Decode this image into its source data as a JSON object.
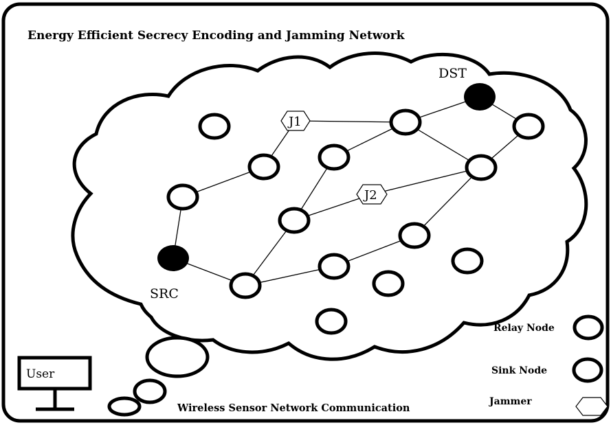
{
  "title": "Energy Efficient Secrecy Encoding and Jamming Network",
  "caption": "Wireless Sensor Network Communication",
  "user_label": "User",
  "src_label": "SRC",
  "dst_label": "DST",
  "jammers": [
    {
      "id": "J1",
      "label": "J1"
    },
    {
      "id": "J2",
      "label": "J2"
    }
  ],
  "legend": {
    "relay_node": "Relay Node",
    "sink_node": "Sink Node",
    "jammer": "Jammer"
  }
}
